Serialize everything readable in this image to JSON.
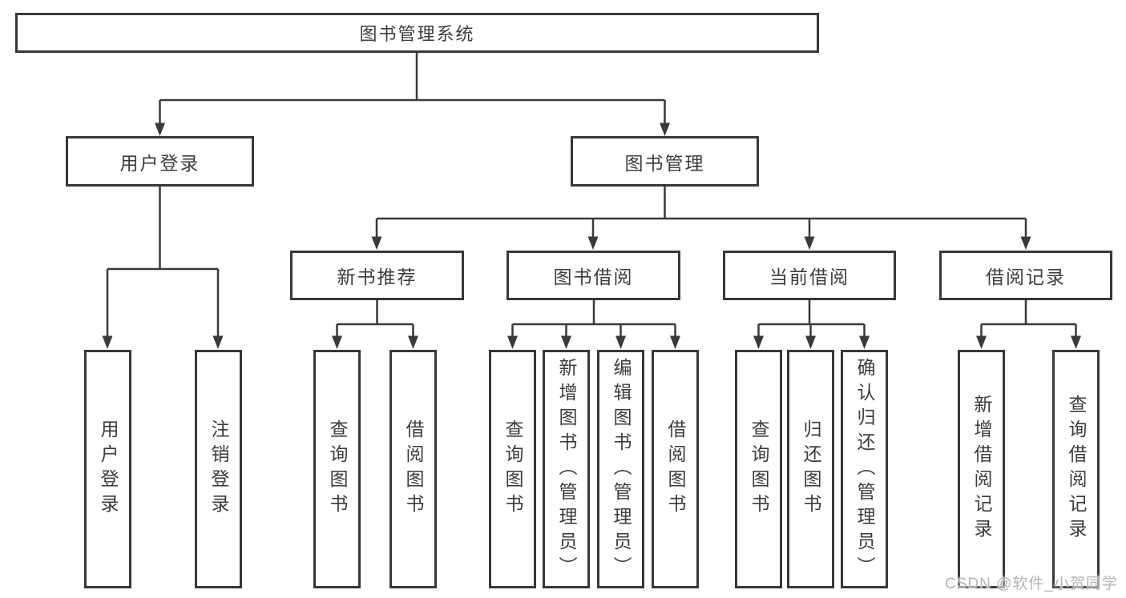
{
  "diagram_title": "图书管理系统",
  "tree": {
    "root": {
      "label": "图书管理系统"
    },
    "branches": [
      {
        "label": "用户登录",
        "children": [
          {
            "label": "用户登录"
          },
          {
            "label": "注销登录"
          }
        ]
      },
      {
        "label": "图书管理",
        "children": [
          {
            "label": "新书推荐",
            "children": [
              {
                "label": "查询图书"
              },
              {
                "label": "借阅图书"
              }
            ]
          },
          {
            "label": "图书借阅",
            "children": [
              {
                "label": "查询图书"
              },
              {
                "label": "新增图书（管理员）"
              },
              {
                "label": "编辑图书（管理员）"
              },
              {
                "label": "借阅图书"
              }
            ]
          },
          {
            "label": "当前借阅",
            "children": [
              {
                "label": "查询图书"
              },
              {
                "label": "归还图书"
              },
              {
                "label": "确认归还（管理员）"
              }
            ]
          },
          {
            "label": "借阅记录",
            "children": [
              {
                "label": "新增借阅记录"
              },
              {
                "label": "查询借阅记录"
              }
            ]
          }
        ]
      }
    ]
  },
  "watermark": "CSDN @软件_小贺同学",
  "colors": {
    "line": "#3a3a3a",
    "box_border": "#383838",
    "text": "#3c3c3c",
    "watermark": "#b5b5b5",
    "background": "#ffffff"
  }
}
